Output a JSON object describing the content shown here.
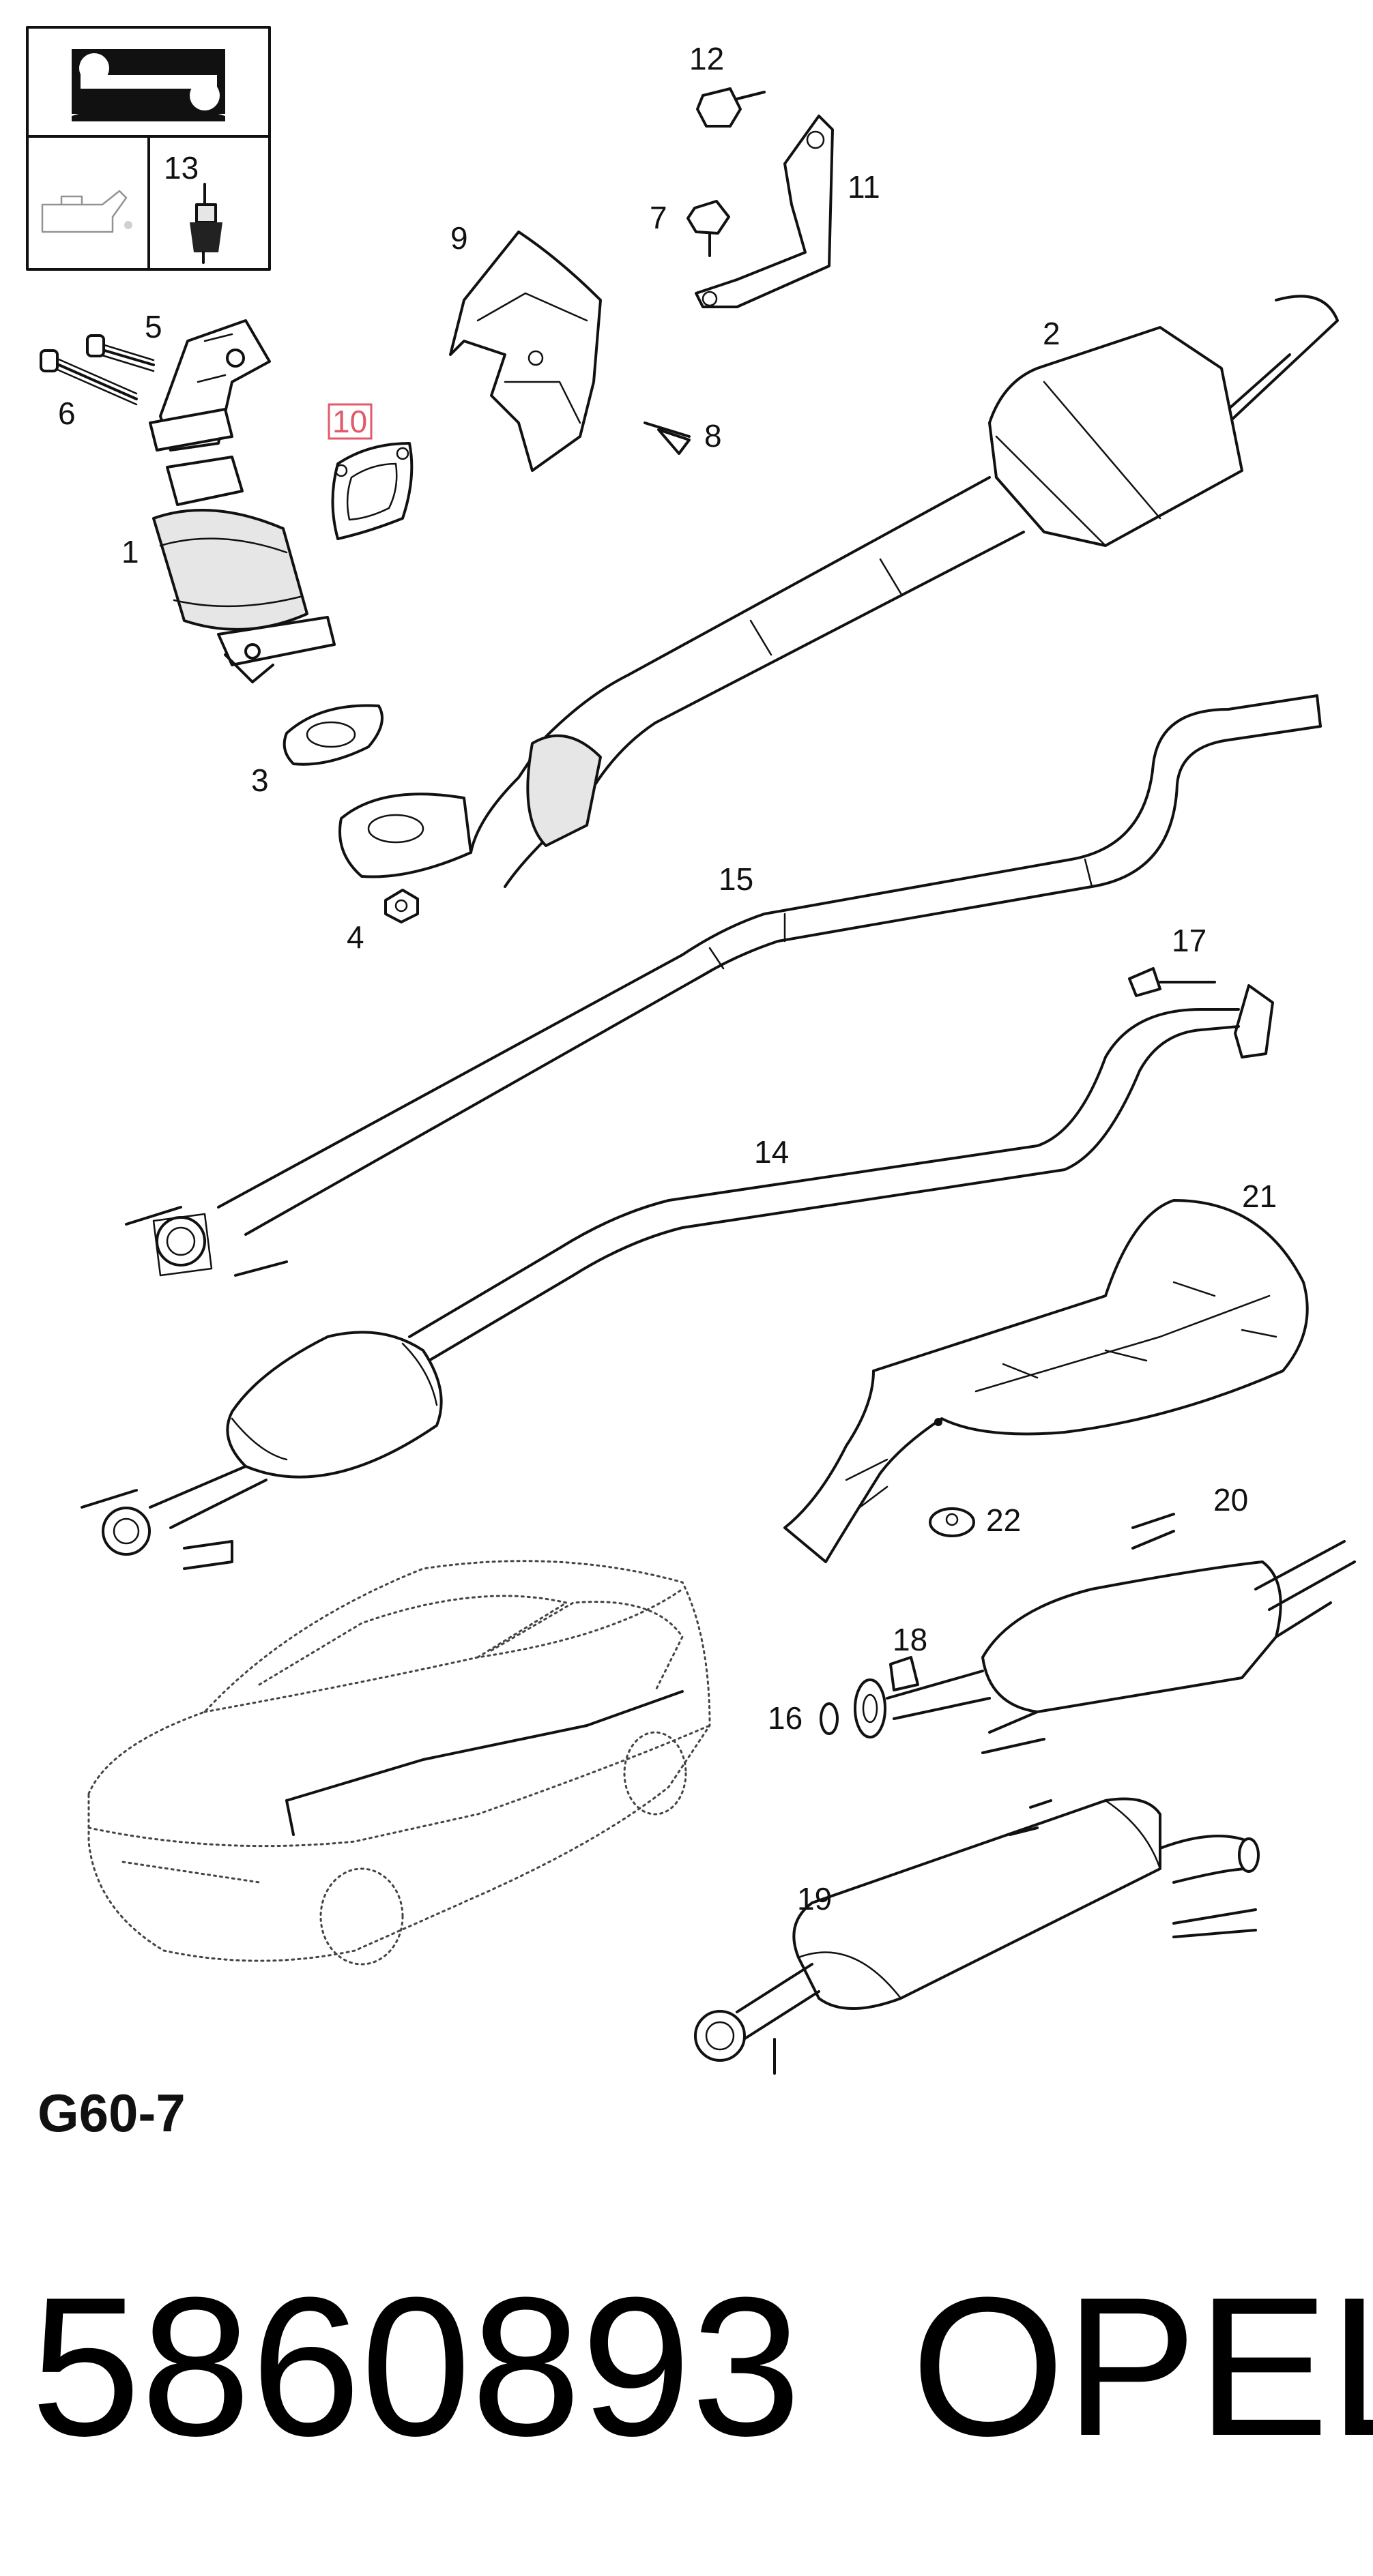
{
  "diagram": {
    "callouts": [
      "1",
      "2",
      "3",
      "4",
      "5",
      "6",
      "7",
      "8",
      "9",
      "10",
      "11",
      "12",
      "13",
      "14",
      "15",
      "16",
      "17",
      "18",
      "19",
      "20",
      "21",
      "22"
    ],
    "highlighted_callout": "10",
    "highlight_color": "#e05a6a",
    "section_code": "G60-7",
    "part_number": "5860893",
    "brand": "OPEL",
    "icons": [
      "wrench-manual-icon",
      "oil-can-icon",
      "sensor-icon"
    ]
  }
}
